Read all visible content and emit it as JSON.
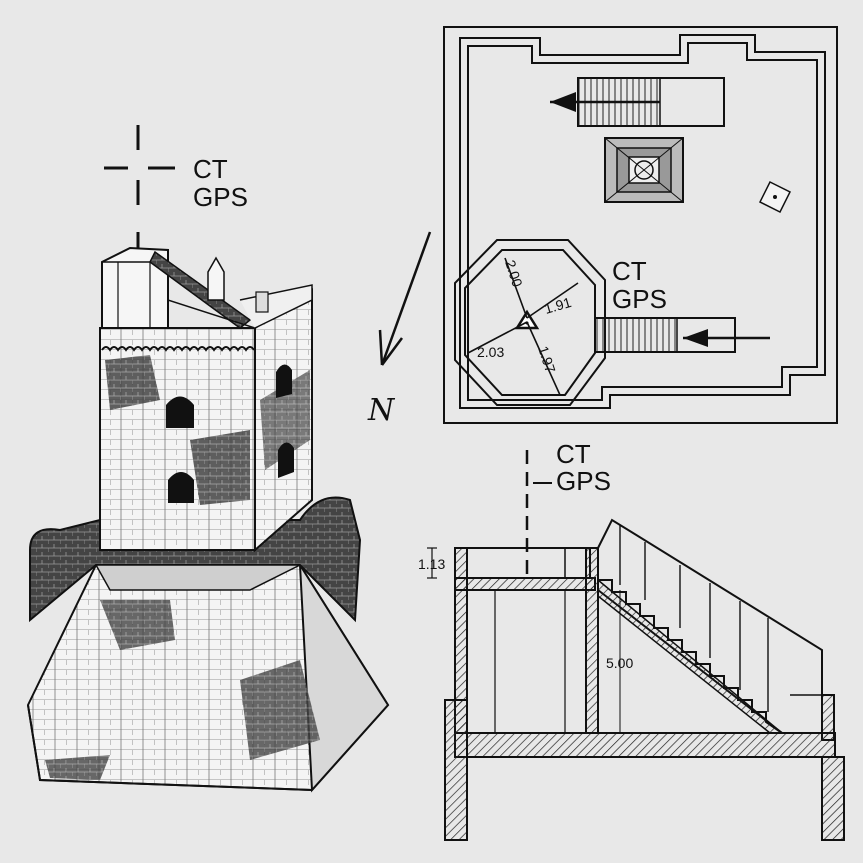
{
  "labels": {
    "tower_marker": [
      "CT",
      "GPS"
    ],
    "plan_marker": [
      "CT",
      "GPS"
    ],
    "section_marker": [
      "CT",
      "GPS"
    ],
    "north": "N"
  },
  "plan_dimensions": [
    "2.00",
    "1.91",
    "2.03",
    "1.97"
  ],
  "section_dimensions": {
    "parapet_height": "1.13",
    "stair_height": "5.00"
  }
}
